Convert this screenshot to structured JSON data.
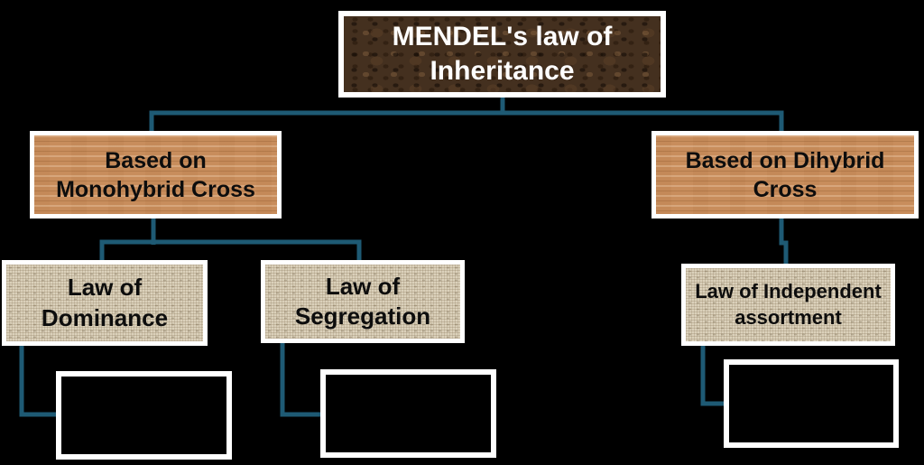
{
  "diagram": {
    "root": {
      "label": "MENDEL's law of Inheritance"
    },
    "branches": [
      {
        "label": "Based on Monohybrid Cross"
      },
      {
        "label": "Based on Dihybrid Cross"
      }
    ],
    "laws": [
      {
        "label": "Law of Dominance"
      },
      {
        "label": "Law of Segregation"
      },
      {
        "label": "Law of Independent assortment"
      }
    ],
    "empty_box_count": 3
  },
  "colors": {
    "page_bg": "#000000",
    "connector": "#1e5a74",
    "box_border": "#ffffff",
    "title_bg": "#44301f",
    "title_text": "#ffffff",
    "wood_bg": "#c88d5c",
    "linen_bg": "#dbd1bb",
    "node_text": "#0d0d0d"
  }
}
